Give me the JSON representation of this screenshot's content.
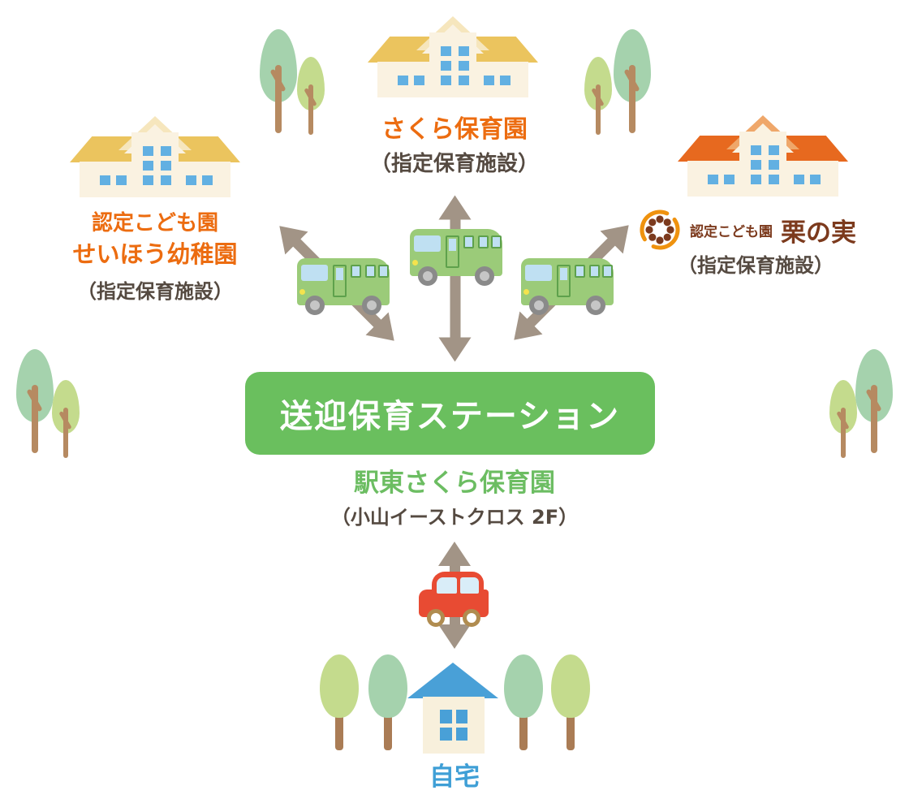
{
  "facilities": {
    "sakura": {
      "name": "さくら保育園",
      "type": "（指定保育施設）"
    },
    "seihou": {
      "name_line1": "認定こども園",
      "name_line2": "せいほう幼稚園",
      "type": "（指定保育施設）"
    },
    "kurinomi": {
      "badge_label": "認定こども園",
      "name": "栗の実",
      "type": "（指定保育施設）"
    }
  },
  "station": {
    "label": "送迎保育ステーション",
    "name": "駅東さくら保育園",
    "location": "（小山イーストクロス 2F）"
  },
  "home": {
    "label": "自宅"
  },
  "colors": {
    "orange-text": "#ec6c10",
    "brown-text": "#7c3a1d",
    "caption-text": "#554a41",
    "station-green": "#6abf5e",
    "green-text": "#6cbd62",
    "home-blue": "#3f9fd6",
    "arrow-taupe": "#a29486",
    "bus-green": "#9bcb79",
    "bus-window": "#bfe0f2",
    "bus-window-border": "#5ea14c",
    "wheel-gray": "#8a8a8a",
    "wheel-inner": "#c6c6c6",
    "headlight-yellow": "#f4e34d",
    "roof-yellow": "#ebc45e",
    "roof-orange": "#e7691f",
    "trim-yellow": "#f6e6bd",
    "trim-orange": "#efa76a",
    "building-cream": "#faf2e1",
    "window-blue": "#62b0e2",
    "tree-green": "#a5d2ad",
    "tree-yellowgreen": "#c4db8d",
    "trunk-brown": "#b68a61",
    "blob-trunk-brown": "#aa7c55",
    "house-blue": "#49a0d7",
    "house-cream": "#f8f0dc",
    "car-red": "#e84b33",
    "car-window": "#d9edf8",
    "car-wheel-tan": "#b08c50",
    "badge-orange": "#ef920e"
  }
}
